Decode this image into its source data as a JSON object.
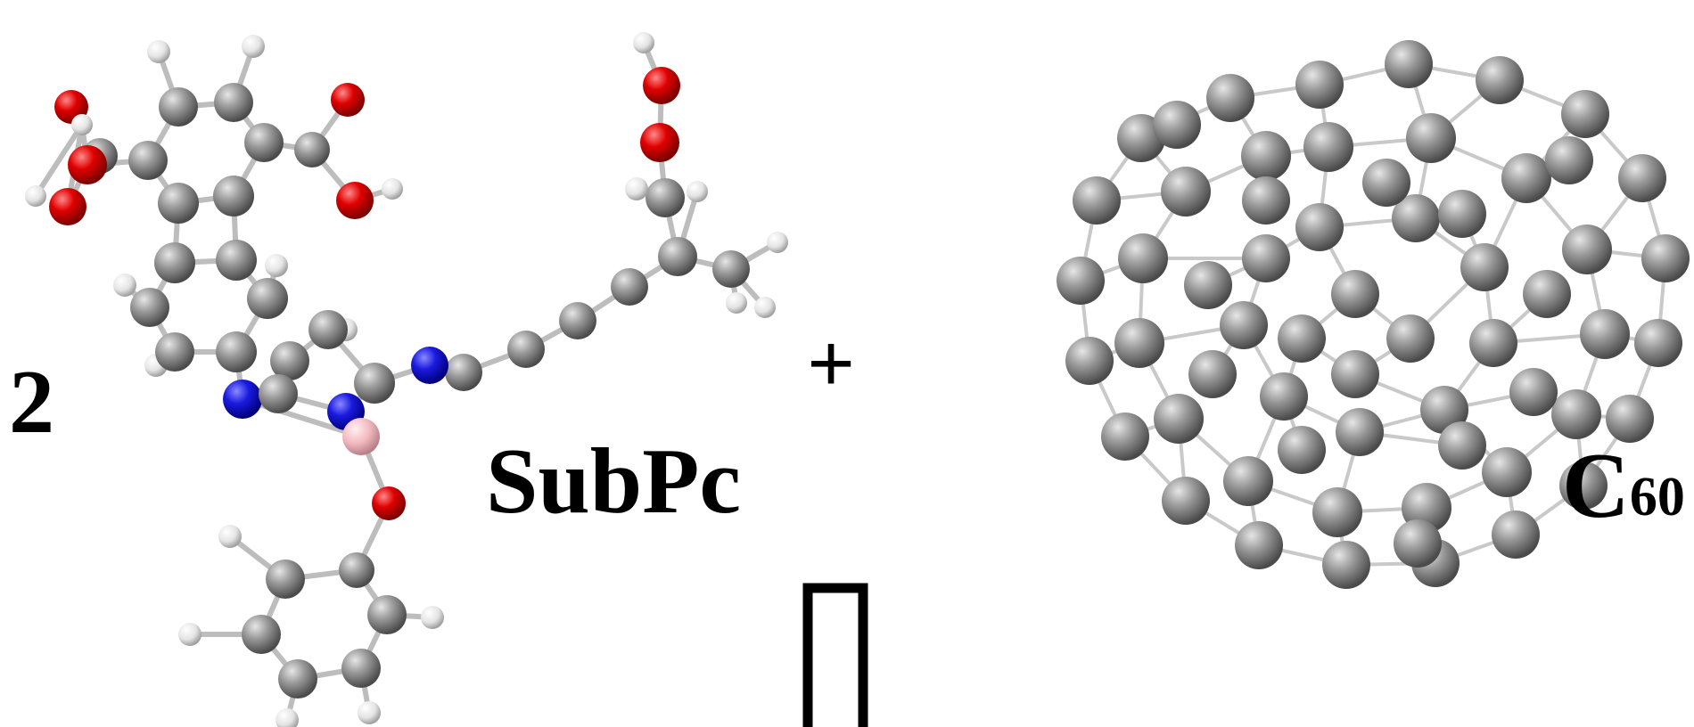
{
  "labels": {
    "count": "2",
    "donor": "SubPc",
    "plus": "+",
    "acceptor_letter": "C",
    "acceptor_subscript": "60"
  },
  "colors": {
    "carbon": "#8a8a8a",
    "hydrogen": "#ececec",
    "oxygen": "#e00000",
    "nitrogen": "#1414e0",
    "boron": "#f2b9c0",
    "bond": "#bdbdbd",
    "background": "#ffffff",
    "text": "#000000"
  }
}
